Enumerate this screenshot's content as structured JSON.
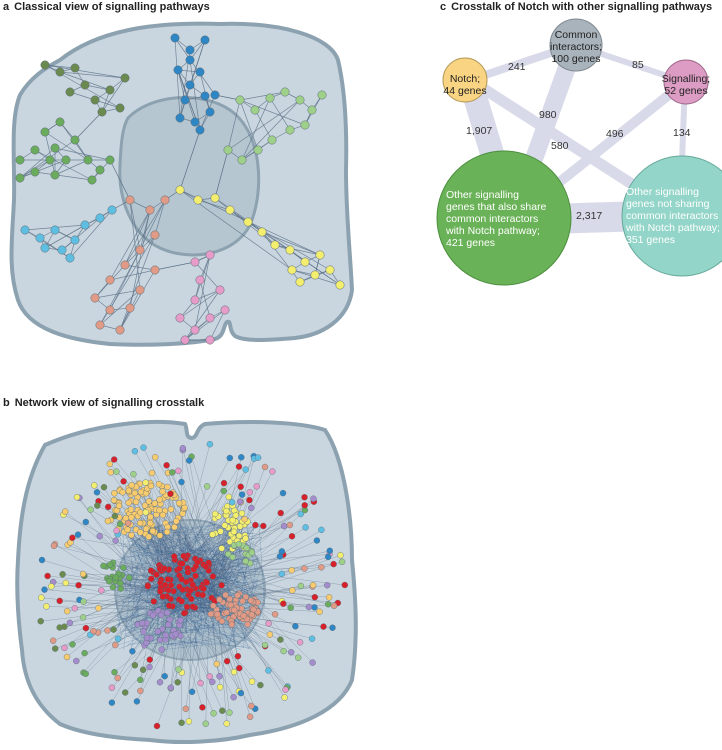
{
  "panels": {
    "a": {
      "letter": "a",
      "title": "Classical view of signalling pathways"
    },
    "b": {
      "letter": "b",
      "title": "Network view of signalling crosstalk"
    },
    "c": {
      "letter": "c",
      "title": "Crosstalk of Notch with other signalling pathways"
    }
  },
  "colors": {
    "cell_fill": "#c9d6df",
    "cell_stroke": "#8da2b0",
    "nucleus_fill": "#b5c6d1",
    "green": "#6aab5e",
    "olive": "#6b8a50",
    "blue": "#2f86c5",
    "lightgreen": "#9fd08a",
    "cyan": "#5fbfe3",
    "yellow": "#f4ee6e",
    "salmon": "#e09a85",
    "pink": "#e69bc9",
    "orange": "#f8cb6e",
    "red": "#d8202a",
    "purple": "#a58ccc",
    "link": "#5b6f86",
    "band": "#d8dae9"
  },
  "crosstalk": {
    "nodes": {
      "notch": {
        "line1": "Notch;",
        "line2": "44 genes",
        "color": "#f9d583"
      },
      "common": {
        "line1": "Common",
        "line2": "interactors;",
        "line3": "100 genes",
        "color": "#a9b3bb"
      },
      "signalling": {
        "line1": "Signalling;",
        "line2": "52 genes",
        "color": "#dc9cc3"
      },
      "other_sharing": {
        "line1": "Other signalling",
        "line2": "genes that also share",
        "line3": "common interactors",
        "line4": "with Notch pathway;",
        "line5": "421 genes",
        "color": "#6ab257"
      },
      "other_not_sharing": {
        "line1": "Other signalling",
        "line2": "genes not sharing",
        "line3": "common interactors",
        "line4": "with Notch pathway;",
        "line5": "351 genes",
        "color": "#93d5c8"
      }
    },
    "edges": {
      "notch_common": "241",
      "common_signalling": "85",
      "notch_other_sharing": "1,907",
      "common_other_sharing": "980",
      "notch_other_not_sharing": "580",
      "signalling_other_sharing": "496",
      "signalling_other_not_sharing": "134",
      "sharing_not_sharing": "2,317"
    }
  }
}
